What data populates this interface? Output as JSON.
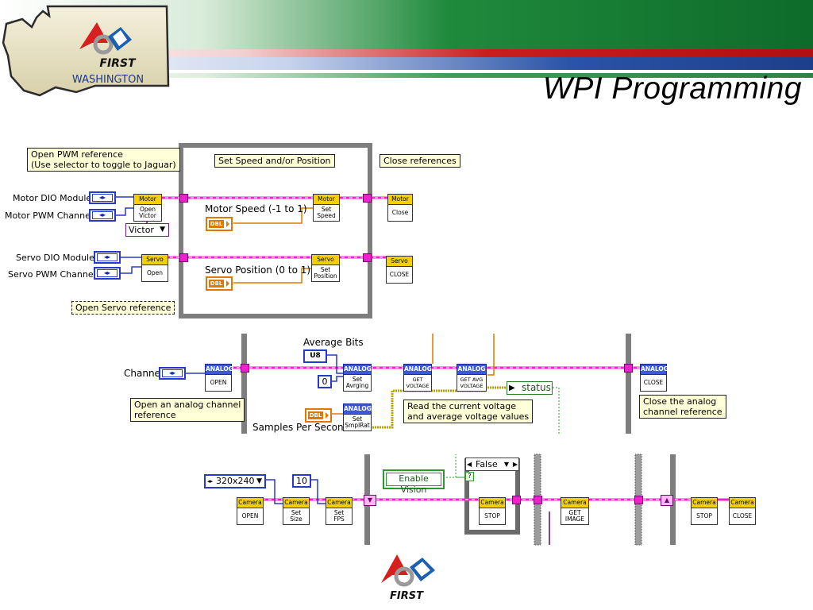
{
  "slide": {
    "title": "WPI Programming",
    "brand": "FIRST",
    "region": "WASHINGTON",
    "footer_brand": "FIRST"
  },
  "colors": {
    "error_wire": "#ee22cc",
    "numeric_wire": "#e07800",
    "int_wire": "#2838c8",
    "bool_wire": "#2a9a2a",
    "vi_header": "#f5d000",
    "analog_header": "#3c5ad8"
  },
  "motor_servo": {
    "note_open_pwm": [
      "Open PWM reference",
      "(Use selector to toggle to Jaguar)"
    ],
    "note_set_speed": "Set Speed and/or Position",
    "note_close": "Close references",
    "note_open_servo": "Open Servo reference",
    "labels": {
      "motor_dio": "Motor DIO Module",
      "motor_pwm": "Motor PWM Channel",
      "servo_dio": "Servo DIO Module",
      "servo_pwm": "Servo PWM Channel",
      "motor_speed": "Motor Speed (-1 to 1)",
      "servo_position": "Servo Position (0 to 1)"
    },
    "selector": "Victor",
    "vis": {
      "motor_open": {
        "hdr": "Motor",
        "body": "Open\nVictor"
      },
      "motor_set": {
        "hdr": "Motor",
        "body": "Set\nSpeed"
      },
      "motor_close": {
        "hdr": "Motor",
        "body": "Close"
      },
      "servo_open": {
        "hdr": "Servo",
        "body": "Open"
      },
      "servo_set": {
        "hdr": "Servo",
        "body": "Set\nPosition"
      },
      "servo_close": {
        "hdr": "Servo",
        "body": "CLOSE"
      }
    }
  },
  "analog": {
    "labels": {
      "channel": "Channel",
      "average_bits": "Average Bits",
      "samples": "Samples Per Second",
      "status": "status"
    },
    "constants": {
      "avg_bits_type": "U8",
      "avg_value": "0",
      "dbl": "DBL"
    },
    "notes": {
      "open": [
        "Open an analog channel",
        "reference"
      ],
      "read": [
        "Read the current voltage",
        "and average voltage values"
      ],
      "close": [
        "Close the analog",
        "channel reference"
      ]
    },
    "vis": {
      "open": {
        "hdr": "ANALOG",
        "body": "OPEN"
      },
      "set_avg": {
        "hdr": "ANALOG",
        "body": "Set\nAvrging"
      },
      "set_rate": {
        "hdr": "ANALOG",
        "body": "Set\nSmplRat"
      },
      "get_voltage": {
        "hdr": "ANALOG",
        "body": "GET\nVOLTAGE"
      },
      "get_avg_voltage": {
        "hdr": "ANALOG",
        "body": "GET AVG\nVOLTAGE"
      },
      "close": {
        "hdr": "ANALOG",
        "body": "CLOSE"
      }
    }
  },
  "camera": {
    "resolution": "320x240",
    "fps": "10",
    "enable_vision": "Enable Vision",
    "case_selector": "False",
    "vis": {
      "open": {
        "hdr": "Camera",
        "body": "OPEN"
      },
      "set_size": {
        "hdr": "Camera",
        "body": "Set\nSize"
      },
      "set_fps": {
        "hdr": "Camera",
        "body": "Set\nFPS"
      },
      "stop_case": {
        "hdr": "Camera",
        "body": "STOP"
      },
      "get_image": {
        "hdr": "Camera",
        "body": "GET\nIMAGE"
      },
      "stop": {
        "hdr": "Camera",
        "body": "STOP"
      },
      "close": {
        "hdr": "Camera",
        "body": "CLOSE"
      }
    }
  }
}
